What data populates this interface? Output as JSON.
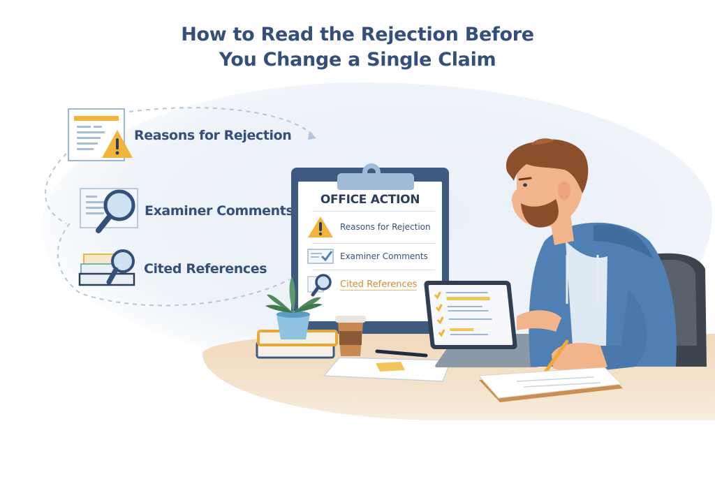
{
  "title": {
    "line1": "How to Read the Rejection Before",
    "line2": "You Change a Single Claim"
  },
  "side_items": [
    {
      "label": "Reasons for Rejection",
      "icon": "document-warning-icon"
    },
    {
      "label": "Examiner Comments",
      "icon": "document-magnifier-icon"
    },
    {
      "label": "Cited References",
      "icon": "books-magnifier-icon"
    }
  ],
  "clipboard": {
    "heading": "OFFICE ACTION",
    "rows": [
      {
        "label": "Reasons for Rejection",
        "icon": "warning-icon"
      },
      {
        "label": "Examiner Comments",
        "icon": "checklist-icon"
      },
      {
        "label": "Cited References",
        "icon": "magnifier-icon",
        "highlight": true
      }
    ]
  },
  "colors": {
    "title": "#34507a",
    "accent_warning": "#f2b43a",
    "accent_orange": "#d08a3a",
    "hoodie": "#4f7fb3",
    "board": "#3d5a80",
    "desk": "#f1d9ba"
  }
}
